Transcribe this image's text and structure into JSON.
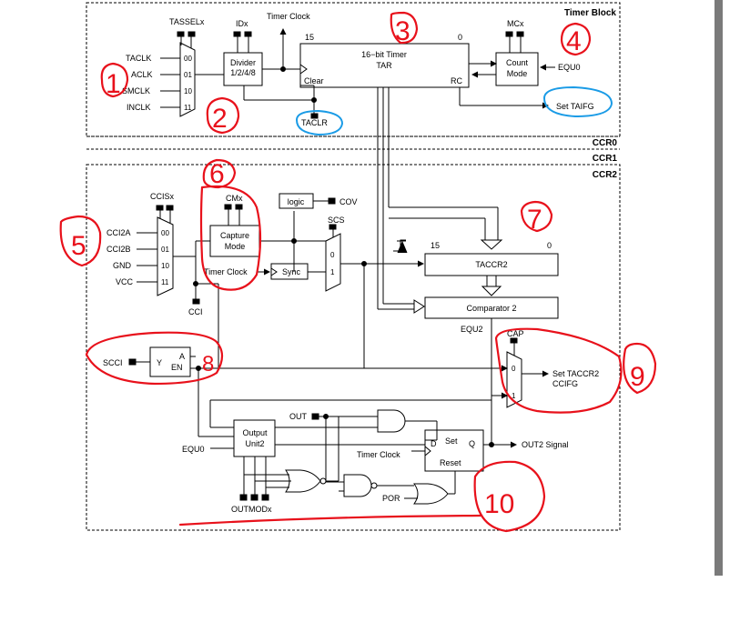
{
  "timer_block": {
    "title": "Timer Block",
    "tassel": "TASSELx",
    "idx": "IDx",
    "timer_clock_top": "Timer Clock",
    "mcx": "MCx",
    "inputs": [
      "TACLK",
      "ACLK",
      "SMCLK",
      "INCLK"
    ],
    "mux_codes": [
      "00",
      "01",
      "10",
      "11"
    ],
    "divider": [
      "Divider",
      "1/2/4/8"
    ],
    "tar_bit_hi": "15",
    "tar_bit_lo": "0",
    "tar_title": [
      "16−bit Timer",
      "TAR"
    ],
    "clear": "Clear",
    "rc": "RC",
    "count_mode": [
      "Count",
      "Mode"
    ],
    "equ0_right": "EQU0",
    "set_taifg": "Set TAIFG",
    "taclr": "TACLR"
  },
  "ccr_labels": [
    "CCR0",
    "CCR1",
    "CCR2"
  ],
  "ccr2": {
    "ccis": "CCISx",
    "cmx": "CMx",
    "logic": "logic",
    "cov": "COV",
    "scs": "SCS",
    "capture_mode": [
      "Capture",
      "Mode"
    ],
    "timer_clock": "Timer Clock",
    "sync": "Sync",
    "inputs": [
      "CCI2A",
      "CCI2B",
      "GND",
      "VCC"
    ],
    "mux_codes": [
      "00",
      "01",
      "10",
      "11"
    ],
    "scs_mux": [
      "0",
      "1"
    ],
    "cci": "CCI",
    "taccr2": "TACCR2",
    "taccr2_hi": "15",
    "taccr2_lo": "0",
    "comparator": "Comparator 2",
    "equ2": "EQU2",
    "cap": "CAP",
    "cap_mux": [
      "0",
      "1"
    ],
    "set_ccifg": [
      "Set TACCR2",
      "CCIFG"
    ],
    "scci": "SCCI",
    "latch_y": "Y",
    "latch_a": "A",
    "latch_en": "EN",
    "out": "OUT",
    "output_unit": [
      "Output",
      "Unit2"
    ],
    "equ0": "EQU0",
    "ff_d": "D",
    "ff_set": "Set",
    "ff_q": "Q",
    "ff_reset": "Reset",
    "timer_clock2": "Timer Clock",
    "out2_signal": "OUT2 Signal",
    "por": "POR",
    "outmod": "OUTMODx"
  },
  "annotations": {
    "red": [
      "1",
      "2",
      "3",
      "4",
      "5",
      "6",
      "7",
      "8",
      "9",
      "10"
    ],
    "red_color": "#e8111b",
    "blue_color": "#1a9be6"
  }
}
